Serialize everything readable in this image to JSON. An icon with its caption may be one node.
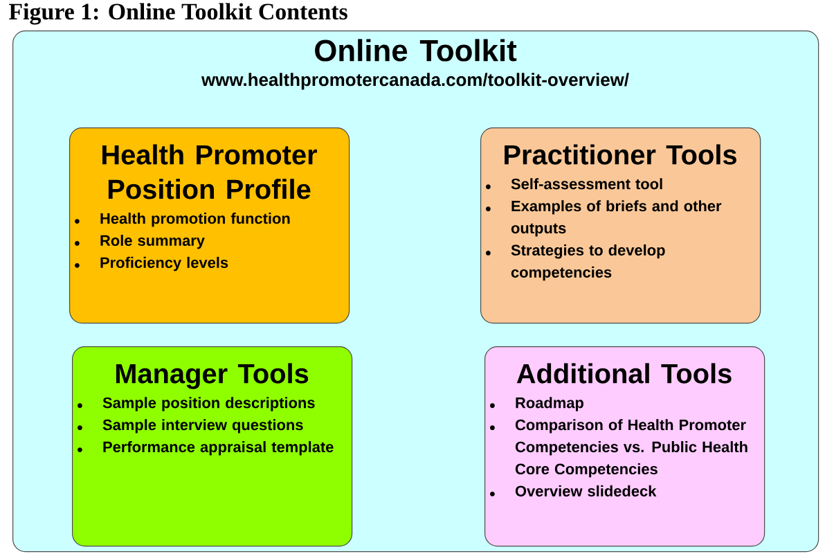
{
  "diagram": {
    "title": "Figure 1: Online Toolkit Contents",
    "nodes": [
      {
        "text": [
          "Online Toolkit",
          "www.healthpromotercanada.com/toolkit-overview/"
        ]
      },
      {
        "text": [
          "Health Promoter Position Profile",
          "Health promotion function",
          "Role summary",
          "Proficiency levels"
        ],
        "in": 0
      },
      {
        "text": [
          "Practitioner Tools",
          "Self-assessment tool",
          "Examples of briefs and other outputs",
          "Strategies to develop competencies"
        ],
        "in": 0
      },
      {
        "text": [
          "Manager Tools",
          "Sample position descriptions",
          "Sample interview questions",
          "Performance appraisal template"
        ],
        "in": 0
      },
      {
        "text": [
          "Additional Tools",
          "Roadmap",
          "Comparison of Health Promoter Competencies vs. Public Health Core Competencies",
          "Overview slidedeck"
        ],
        "in": 0
      }
    ],
    "edges": []
  }
}
